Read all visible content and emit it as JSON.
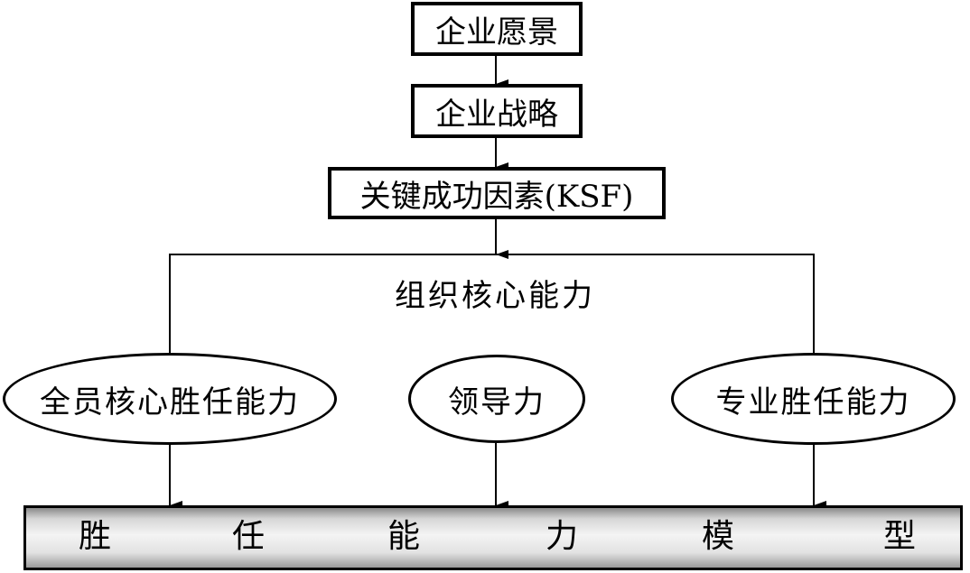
{
  "nodes": {
    "vision": "企业愿景",
    "strategy": "企业战略",
    "ksf": "关键成功因素(KSF)",
    "core_capability": "组织核心能力",
    "all_staff": "全员核心胜任能力",
    "leadership": "领导力",
    "professional": "专业胜任能力"
  },
  "model": {
    "chars": [
      "胜",
      "任",
      "能",
      "力",
      "模",
      "型"
    ]
  }
}
